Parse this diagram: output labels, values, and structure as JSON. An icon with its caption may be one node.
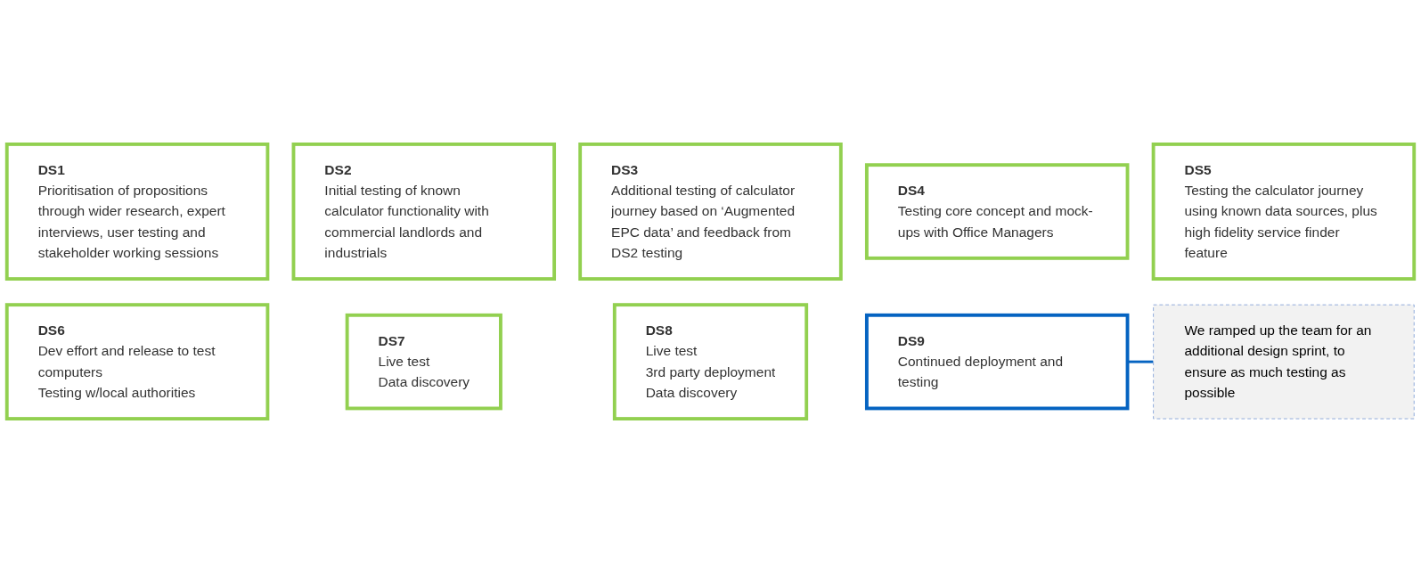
{
  "diagram": {
    "nodes": [
      {
        "text": [
          "DS1",
          "Prioritisation of propositions through wider research, expert interviews, user testing and stakeholder working sessions"
        ]
      },
      {
        "text": [
          "DS2",
          "Initial testing of known calculator functionality with commercial landlords and industrials"
        ]
      },
      {
        "text": [
          "DS3",
          "Additional testing of calculator journey based on ‘Augmented EPC data’ and feedback from DS2 testing"
        ]
      },
      {
        "text": [
          "DS4",
          "Testing core concept and mock-ups with Office Managers"
        ]
      },
      {
        "text": [
          "DS5",
          "Testing the calculator journey using known data sources, plus high fidelity service finder feature"
        ]
      },
      {
        "text": [
          "DS6",
          "Dev effort and release to test computers",
          "Testing w/local authorities"
        ]
      },
      {
        "text": [
          "DS7",
          "Live test",
          "Data discovery"
        ]
      },
      {
        "text": [
          "DS8",
          "Live test",
          "3rd party deployment",
          "Data discovery"
        ]
      },
      {
        "text": [
          "DS9",
          "Continued deployment and testing"
        ]
      },
      {
        "text": [
          "We ramped up the team for an additional design sprint, to ensure as much testing as possible"
        ]
      }
    ],
    "edges": [
      {
        "from": 8,
        "to": 9,
        "arrow": "none",
        "color": "#0563c1"
      }
    ]
  }
}
